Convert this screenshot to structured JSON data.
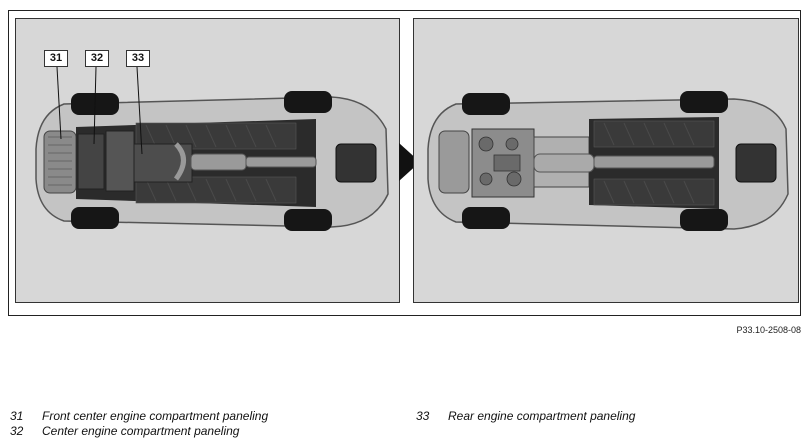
{
  "figure": {
    "code": "P33.10-2508-08",
    "callouts": [
      "31",
      "32",
      "33"
    ]
  },
  "legend": [
    {
      "number": "31",
      "text": "Front center engine compartment paneling"
    },
    {
      "number": "32",
      "text": "Center engine compartment paneling"
    },
    {
      "number": "33",
      "text": "Rear engine compartment paneling"
    }
  ],
  "colors": {
    "panel_background": "#d7d7d7",
    "car_body": "#bdbdbd",
    "underbody_dark": "#2b2b2b",
    "tire": "#161616",
    "arrow": "#111111"
  }
}
